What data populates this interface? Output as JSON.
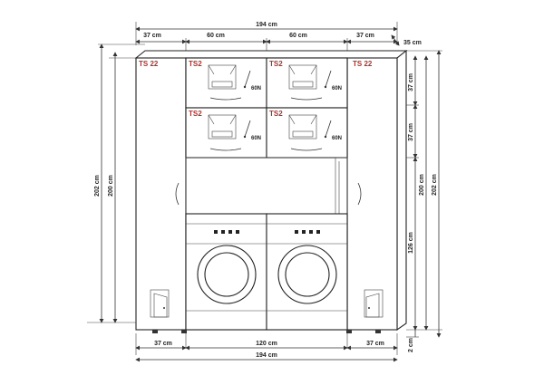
{
  "top_dimensions": {
    "total": "194 cm",
    "segments": [
      "37 cm",
      "60 cm",
      "60 cm",
      "37 cm"
    ],
    "depth": "35 cm"
  },
  "bottom_dimensions": {
    "segments": [
      "37 cm",
      "120 cm",
      "37 cm"
    ],
    "total": "194 cm"
  },
  "left_dimensions": {
    "outer": "202 cm",
    "inner": "200 cm"
  },
  "right_dimensions": {
    "parts": [
      "37 cm",
      "37 cm",
      "126 cm",
      "2 cm"
    ],
    "inner": "200 cm",
    "outer": "202 cm"
  },
  "labels": {
    "tall_left": "TS 22",
    "tall_right": "TS 22",
    "upper": [
      "TS2",
      "TS2",
      "TS2",
      "TS2"
    ],
    "spring": [
      "60N",
      "60N",
      "60N",
      "60N"
    ]
  }
}
